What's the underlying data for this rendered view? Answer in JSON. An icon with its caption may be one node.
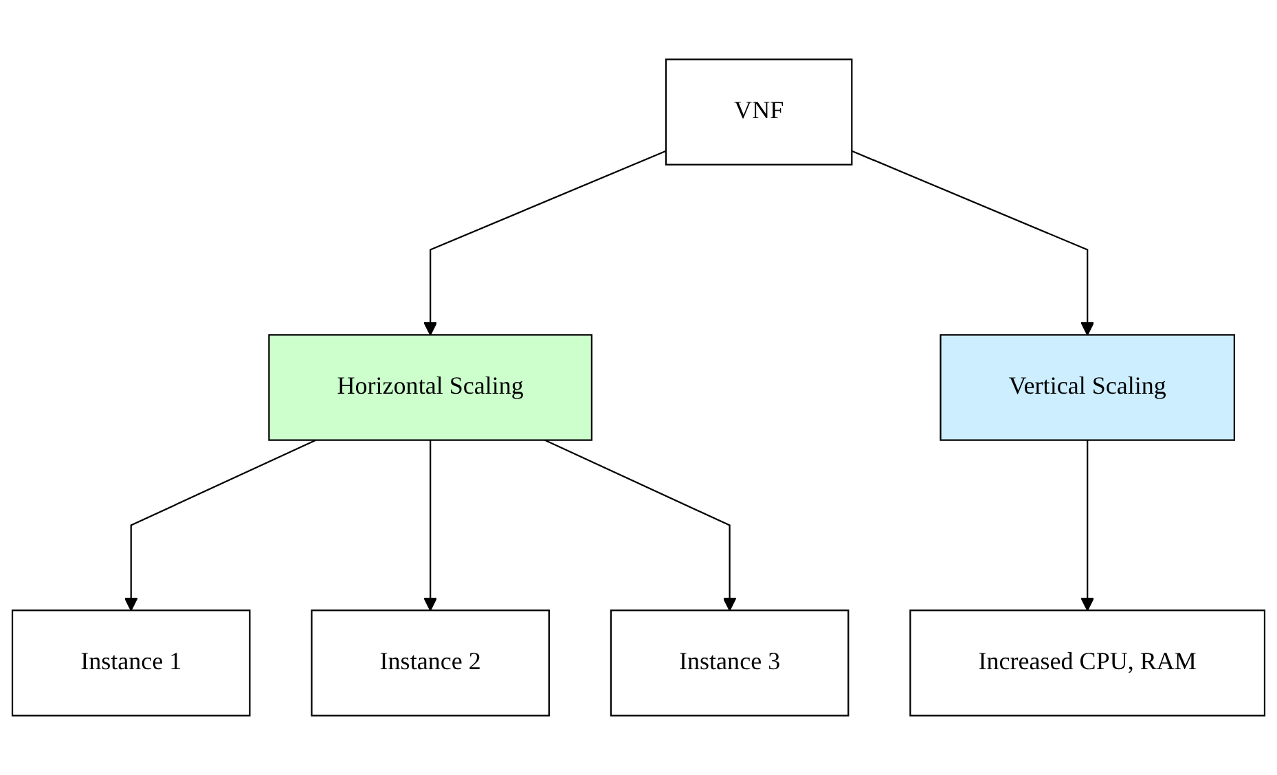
{
  "diagram": {
    "nodes": [
      {
        "text": [
          "VNF"
        ]
      },
      {
        "text": [
          "Horizontal Scaling"
        ]
      },
      {
        "text": [
          "Vertical Scaling"
        ]
      },
      {
        "text": [
          "Instance 1"
        ]
      },
      {
        "text": [
          "Instance 2"
        ]
      },
      {
        "text": [
          "Instance 3"
        ]
      },
      {
        "text": [
          "Increased CPU, RAM"
        ]
      }
    ],
    "edges": [
      {
        "from": 0,
        "to": 1,
        "arrow": "to"
      },
      {
        "from": 0,
        "to": 2,
        "arrow": "to"
      },
      {
        "from": 1,
        "to": 3,
        "arrow": "to"
      },
      {
        "from": 1,
        "to": 4,
        "arrow": "to"
      },
      {
        "from": 1,
        "to": 5,
        "arrow": "to"
      },
      {
        "from": 2,
        "to": 6,
        "arrow": "to"
      }
    ]
  }
}
